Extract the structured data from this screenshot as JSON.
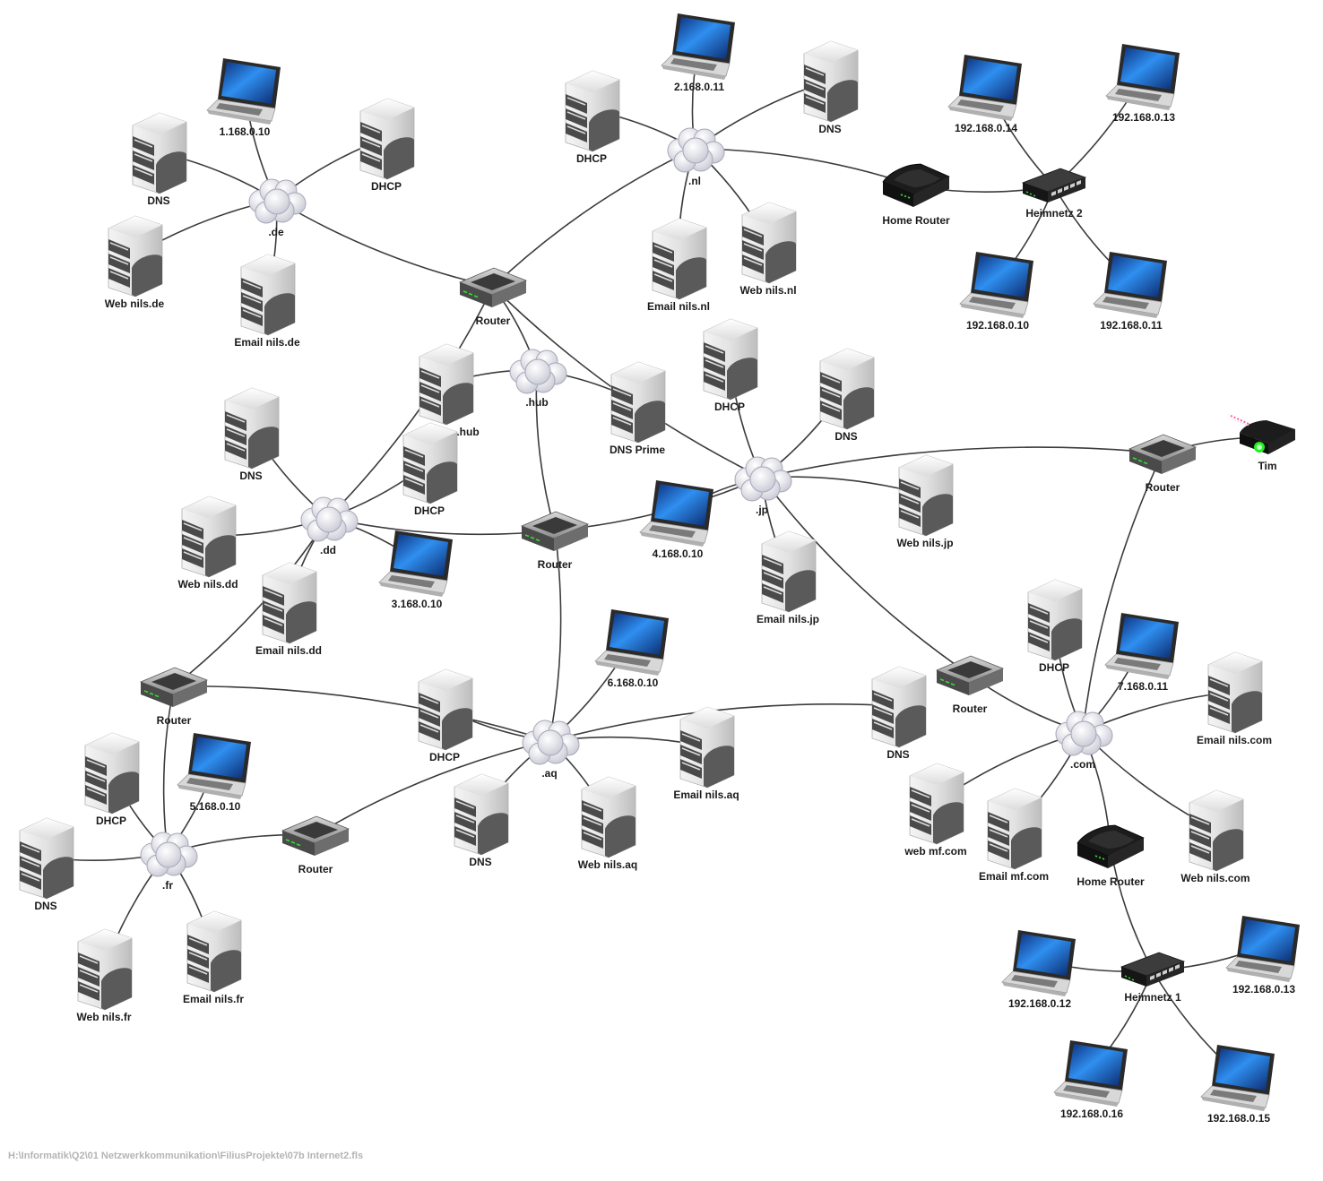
{
  "diagram": {
    "nodes": [
      {
        "id": "de_cloud",
        "type": "cloud",
        "label": ".de"
      },
      {
        "id": "de_pc",
        "type": "laptop",
        "label": "1.168.0.10"
      },
      {
        "id": "de_dns",
        "type": "server",
        "label": "DNS"
      },
      {
        "id": "de_dhcp",
        "type": "server",
        "label": "DHCP"
      },
      {
        "id": "de_web",
        "type": "server",
        "label": "Web nils.de"
      },
      {
        "id": "de_mail",
        "type": "server",
        "label": "Email nils.de"
      },
      {
        "id": "nl_cloud",
        "type": "cloud",
        "label": ".nl"
      },
      {
        "id": "nl_pc",
        "type": "laptop",
        "label": "2.168.0.11"
      },
      {
        "id": "nl_dhcp",
        "type": "server",
        "label": "DHCP"
      },
      {
        "id": "nl_dns",
        "type": "server",
        "label": "DNS"
      },
      {
        "id": "nl_mail",
        "type": "server",
        "label": "Email nils.nl"
      },
      {
        "id": "nl_web",
        "type": "server",
        "label": "Web nils.nl"
      },
      {
        "id": "home_router2",
        "type": "homerouter",
        "label": "Home Router"
      },
      {
        "id": "switch2",
        "type": "switch",
        "label": "Heimnetz 2"
      },
      {
        "id": "h2_pc14",
        "type": "laptop",
        "label": "192.168.0.14"
      },
      {
        "id": "h2_pc13",
        "type": "laptop",
        "label": "192.168.0.13"
      },
      {
        "id": "h2_pc10",
        "type": "laptop",
        "label": "192.168.0.10"
      },
      {
        "id": "h2_pc11",
        "type": "laptop",
        "label": "192.168.0.11"
      },
      {
        "id": "router_top",
        "type": "router",
        "label": "Router"
      },
      {
        "id": "hub_cloud",
        "type": "cloud",
        "label": ".hub"
      },
      {
        "id": "hub_srv",
        "type": "server",
        "label": ".hub"
      },
      {
        "id": "hub_dns",
        "type": "server",
        "label": "DNS Prime"
      },
      {
        "id": "dd_cloud",
        "type": "cloud",
        "label": ".dd"
      },
      {
        "id": "dd_dns",
        "type": "server",
        "label": "DNS"
      },
      {
        "id": "dd_dhcp",
        "type": "server",
        "label": "DHCP"
      },
      {
        "id": "dd_web",
        "type": "server",
        "label": "Web nils.dd"
      },
      {
        "id": "dd_mail",
        "type": "server",
        "label": "Email nils.dd"
      },
      {
        "id": "dd_pc",
        "type": "laptop",
        "label": "3.168.0.10"
      },
      {
        "id": "router_mid",
        "type": "router",
        "label": "Router"
      },
      {
        "id": "jp_pc",
        "type": "laptop",
        "label": "4.168.0.10"
      },
      {
        "id": "jp_cloud",
        "type": "cloud",
        "label": ".jp"
      },
      {
        "id": "jp_dhcp",
        "type": "server",
        "label": "DHCP"
      },
      {
        "id": "jp_dns",
        "type": "server",
        "label": "DNS"
      },
      {
        "id": "jp_web",
        "type": "server",
        "label": "Web nils.jp"
      },
      {
        "id": "jp_mail",
        "type": "server",
        "label": "Email nils.jp"
      },
      {
        "id": "router_tim",
        "type": "router",
        "label": "Router"
      },
      {
        "id": "tim",
        "type": "wifi",
        "label": "Tim"
      },
      {
        "id": "router_left",
        "type": "router",
        "label": "Router"
      },
      {
        "id": "aq_cloud",
        "type": "cloud",
        "label": ".aq"
      },
      {
        "id": "aq_dhcp",
        "type": "server",
        "label": "DHCP"
      },
      {
        "id": "aq_pc",
        "type": "laptop",
        "label": "6.168.0.10"
      },
      {
        "id": "aq_mail",
        "type": "server",
        "label": "Email nils.aq"
      },
      {
        "id": "aq_dns",
        "type": "server",
        "label": "DNS"
      },
      {
        "id": "aq_web",
        "type": "server",
        "label": "Web nils.aq"
      },
      {
        "id": "router_fr",
        "type": "router",
        "label": "Router"
      },
      {
        "id": "fr_cloud",
        "type": "cloud",
        "label": ".fr"
      },
      {
        "id": "fr_dhcp",
        "type": "server",
        "label": "DHCP"
      },
      {
        "id": "fr_pc",
        "type": "laptop",
        "label": "5.168.0.10"
      },
      {
        "id": "fr_dns",
        "type": "server",
        "label": "DNS"
      },
      {
        "id": "fr_web",
        "type": "server",
        "label": "Web nils.fr"
      },
      {
        "id": "fr_mail",
        "type": "server",
        "label": "Email nils.fr"
      },
      {
        "id": "router_com",
        "type": "router",
        "label": "Router"
      },
      {
        "id": "com_cloud",
        "type": "cloud",
        "label": ".com"
      },
      {
        "id": "com_dns",
        "type": "server",
        "label": "DNS"
      },
      {
        "id": "com_dhcp",
        "type": "server",
        "label": "DHCP"
      },
      {
        "id": "com_pc",
        "type": "laptop",
        "label": "7.168.0.11"
      },
      {
        "id": "com_mail",
        "type": "server",
        "label": "Email nils.com"
      },
      {
        "id": "com_webmf",
        "type": "server",
        "label": "web mf.com"
      },
      {
        "id": "com_mailmf",
        "type": "server",
        "label": "Email mf.com"
      },
      {
        "id": "com_web",
        "type": "server",
        "label": "Web nils.com"
      },
      {
        "id": "home_router1",
        "type": "homerouter",
        "label": "Home Router"
      },
      {
        "id": "switch1",
        "type": "switch",
        "label": "Heimnetz 1"
      },
      {
        "id": "h1_pc12",
        "type": "laptop",
        "label": "192.168.0.12"
      },
      {
        "id": "h1_pc13",
        "type": "laptop",
        "label": "192.168.0.13"
      },
      {
        "id": "h1_pc16",
        "type": "laptop",
        "label": "192.168.0.16"
      },
      {
        "id": "h1_pc15",
        "type": "laptop",
        "label": "192.168.0.15"
      }
    ],
    "edges": [
      [
        "de_cloud",
        "de_pc"
      ],
      [
        "de_cloud",
        "de_dns"
      ],
      [
        "de_cloud",
        "de_dhcp"
      ],
      [
        "de_cloud",
        "de_web"
      ],
      [
        "de_cloud",
        "de_mail"
      ],
      [
        "de_cloud",
        "router_top"
      ],
      [
        "nl_cloud",
        "nl_pc"
      ],
      [
        "nl_cloud",
        "nl_dhcp"
      ],
      [
        "nl_cloud",
        "nl_dns"
      ],
      [
        "nl_cloud",
        "nl_mail"
      ],
      [
        "nl_cloud",
        "nl_web"
      ],
      [
        "nl_cloud",
        "router_top"
      ],
      [
        "nl_cloud",
        "home_router2"
      ],
      [
        "home_router2",
        "switch2"
      ],
      [
        "switch2",
        "h2_pc14"
      ],
      [
        "switch2",
        "h2_pc13"
      ],
      [
        "switch2",
        "h2_pc10"
      ],
      [
        "switch2",
        "h2_pc11"
      ],
      [
        "router_top",
        "hub_cloud"
      ],
      [
        "router_top",
        "jp_cloud"
      ],
      [
        "router_top",
        "dd_cloud"
      ],
      [
        "hub_cloud",
        "hub_srv"
      ],
      [
        "hub_cloud",
        "hub_dns"
      ],
      [
        "hub_cloud",
        "router_mid"
      ],
      [
        "dd_cloud",
        "dd_dns"
      ],
      [
        "dd_cloud",
        "dd_dhcp"
      ],
      [
        "dd_cloud",
        "dd_web"
      ],
      [
        "dd_cloud",
        "dd_mail"
      ],
      [
        "dd_cloud",
        "dd_pc"
      ],
      [
        "dd_cloud",
        "router_mid"
      ],
      [
        "dd_cloud",
        "router_left"
      ],
      [
        "router_mid",
        "jp_cloud"
      ],
      [
        "router_mid",
        "aq_cloud"
      ],
      [
        "jp_cloud",
        "jp_pc"
      ],
      [
        "jp_cloud",
        "jp_dhcp"
      ],
      [
        "jp_cloud",
        "jp_dns"
      ],
      [
        "jp_cloud",
        "jp_web"
      ],
      [
        "jp_cloud",
        "jp_mail"
      ],
      [
        "jp_cloud",
        "router_tim"
      ],
      [
        "jp_cloud",
        "router_com"
      ],
      [
        "router_tim",
        "tim"
      ],
      [
        "router_tim",
        "com_cloud"
      ],
      [
        "router_left",
        "aq_cloud"
      ],
      [
        "router_left",
        "fr_cloud"
      ],
      [
        "aq_cloud",
        "aq_dhcp"
      ],
      [
        "aq_cloud",
        "aq_pc"
      ],
      [
        "aq_cloud",
        "aq_mail"
      ],
      [
        "aq_cloud",
        "aq_dns"
      ],
      [
        "aq_cloud",
        "aq_web"
      ],
      [
        "aq_cloud",
        "router_fr"
      ],
      [
        "aq_cloud",
        "com_dns"
      ],
      [
        "router_fr",
        "fr_cloud"
      ],
      [
        "fr_cloud",
        "fr_dhcp"
      ],
      [
        "fr_cloud",
        "fr_pc"
      ],
      [
        "fr_cloud",
        "fr_dns"
      ],
      [
        "fr_cloud",
        "fr_web"
      ],
      [
        "fr_cloud",
        "fr_mail"
      ],
      [
        "router_com",
        "com_cloud"
      ],
      [
        "com_cloud",
        "com_dhcp"
      ],
      [
        "com_cloud",
        "com_pc"
      ],
      [
        "com_cloud",
        "com_mail"
      ],
      [
        "com_cloud",
        "com_webmf"
      ],
      [
        "com_cloud",
        "com_mailmf"
      ],
      [
        "com_cloud",
        "com_web"
      ],
      [
        "com_cloud",
        "home_router1"
      ],
      [
        "home_router1",
        "switch1"
      ],
      [
        "switch1",
        "h1_pc12"
      ],
      [
        "switch1",
        "h1_pc13"
      ],
      [
        "switch1",
        "h1_pc16"
      ],
      [
        "switch1",
        "h1_pc15"
      ]
    ]
  },
  "footer": {
    "path": "H:\\Informatik\\Q2\\01 Netzwerkkommunikation\\FiliusProjekte\\07b Internet2.fls"
  },
  "colors": {
    "link": "#3c3c3c",
    "screen": "#1a63c9",
    "led": "#33dd33",
    "footer_text": "#b4b4b4"
  }
}
